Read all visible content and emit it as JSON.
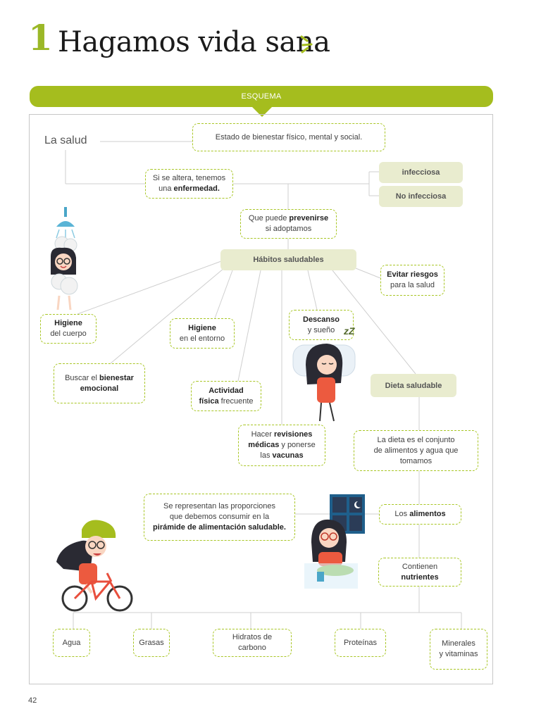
{
  "header": {
    "number": "1",
    "title": "Hagamos vida sana"
  },
  "band": {
    "label": "ESQUEMA"
  },
  "root": {
    "label": "La salud"
  },
  "nodes": {
    "definition": "Estado de bienestar físico, mental y social.",
    "altera_1": "Si se altera, tenemos",
    "altera_2": "una ",
    "altera_bold": "enfermedad.",
    "infecciosa": "infecciosa",
    "no_infecciosa": "No infecciosa",
    "prevenir_1": "Que puede ",
    "prevenir_bold": "prevenirse",
    "prevenir_2": "si adoptamos",
    "habitos": "Hábitos saludables",
    "riesgos_bold": "Evitar riesgos",
    "riesgos_2": "para la salud",
    "higiene_cuerpo_bold": "Higiene",
    "higiene_cuerpo_2": "del cuerpo",
    "higiene_entorno_bold": "Higiene",
    "higiene_entorno_2": "en el entorno",
    "descanso_bold": "Descanso",
    "descanso_2": "y sueño",
    "bienestar_1": "Buscar el ",
    "bienestar_bold1": "bienestar",
    "bienestar_bold2": "emocional",
    "actividad_bold1": "Actividad",
    "actividad_bold2": "física",
    "actividad_2": " frecuente",
    "dieta": "Dieta saludable",
    "revisiones_1": "Hacer ",
    "revisiones_bold1": "revisiones",
    "revisiones_bold2": "médicas",
    "revisiones_2": " y ponerse",
    "revisiones_3": "las ",
    "revisiones_bold3": "vacunas",
    "dieta_def_1": "La dieta es el conjunto",
    "dieta_def_2": "de alimentos y agua que",
    "dieta_def_3": "tomamos",
    "piramide_1": "Se representan las proporciones",
    "piramide_2": "que debemos consumir en la",
    "piramide_bold": "pirámide de alimentación saludable.",
    "alimentos_1": "Los ",
    "alimentos_bold": "alimentos",
    "nutrientes_1": "Contienen",
    "nutrientes_bold": "nutrientes",
    "agua": "Agua",
    "grasas": "Grasas",
    "hidratos_1": "Hidratos de",
    "hidratos_2": "carbono",
    "proteinas": "Proteínas",
    "minerales_1": "Minerales",
    "minerales_2": "y vitaminas"
  },
  "zzz": "zZ",
  "footer": {
    "page_number": "42"
  },
  "colors": {
    "accent": "#a5bd1e",
    "dashed_border": "#a8c624",
    "fill_box": "#e9eccf"
  }
}
